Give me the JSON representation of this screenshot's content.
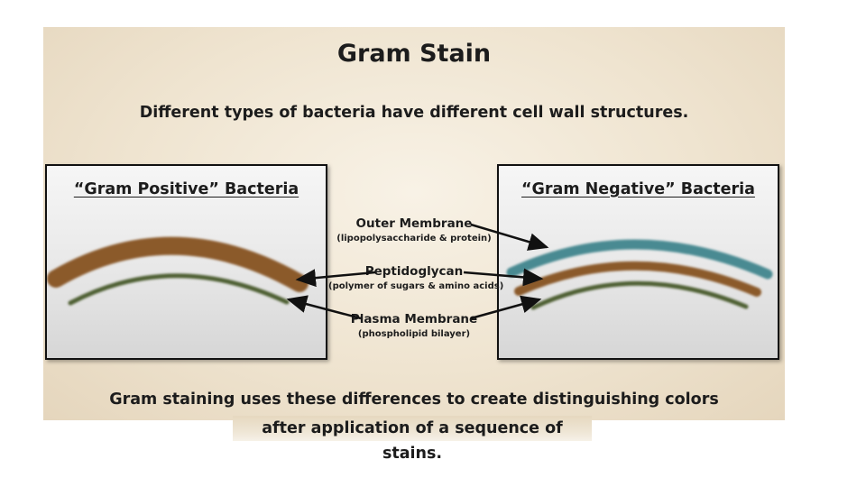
{
  "slide": {
    "title": "Gram Stain",
    "subtitle": "Different types of bacteria have different cell wall structures.",
    "footer_line1": "Gram staining uses these differences to create distinguishing colors",
    "footer_line2": "after application of a sequence of stains."
  },
  "panels": {
    "left_title": "“Gram Positive” Bacteria",
    "right_title": "“Gram Negative” Bacteria"
  },
  "labels": {
    "outer_membrane": {
      "name": "Outer Membrane",
      "detail": "(lipopolysaccharide & protein)"
    },
    "peptidoglycan": {
      "name": "Peptidoglycan",
      "detail": "(polymer of sugars & amino acids)"
    },
    "plasma_membrane": {
      "name": "Plasma Membrane",
      "detail": "(phospholipid bilayer)"
    }
  },
  "colors": {
    "peptidoglycan": "#8b5a2b",
    "plasma_membrane": "#4e5e30",
    "outer_membrane": "#4a8a92",
    "background": "#efe4d0"
  }
}
